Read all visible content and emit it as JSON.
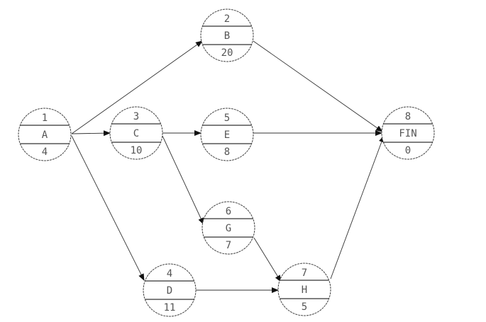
{
  "nodes": [
    {
      "key": "A",
      "number": "1",
      "name": "A",
      "duration": "4"
    },
    {
      "key": "B",
      "number": "2",
      "name": "B",
      "duration": "20"
    },
    {
      "key": "C",
      "number": "3",
      "name": "C",
      "duration": "10"
    },
    {
      "key": "D",
      "number": "4",
      "name": "D",
      "duration": "11"
    },
    {
      "key": "E",
      "number": "5",
      "name": "E",
      "duration": "8"
    },
    {
      "key": "G",
      "number": "6",
      "name": "G",
      "duration": "7"
    },
    {
      "key": "H",
      "number": "7",
      "name": "H",
      "duration": "5"
    },
    {
      "key": "FIN",
      "number": "8",
      "name": "FIN",
      "duration": "0"
    }
  ],
  "edges": [
    [
      "A",
      "B"
    ],
    [
      "A",
      "C"
    ],
    [
      "A",
      "D"
    ],
    [
      "C",
      "E"
    ],
    [
      "C",
      "G"
    ],
    [
      "B",
      "FIN"
    ],
    [
      "E",
      "FIN"
    ],
    [
      "G",
      "H"
    ],
    [
      "D",
      "H"
    ],
    [
      "H",
      "FIN"
    ]
  ]
}
